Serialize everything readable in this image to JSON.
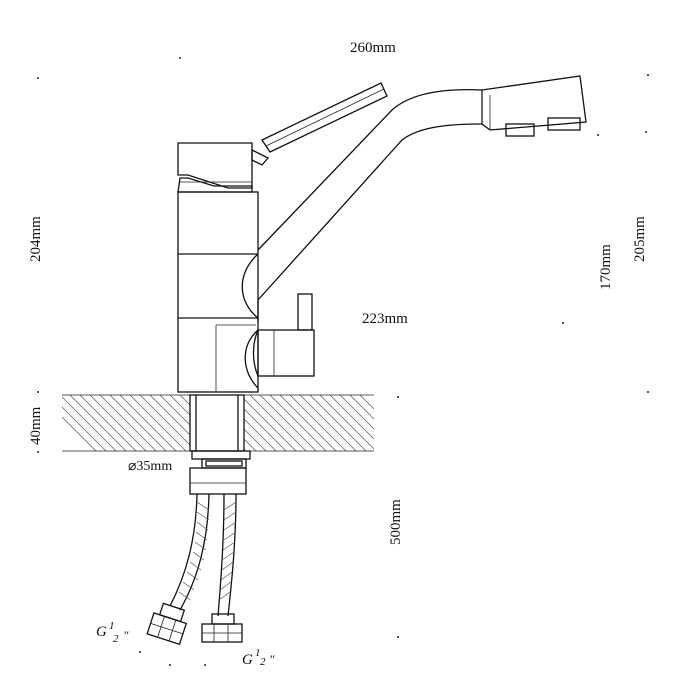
{
  "dimensions": {
    "spout_reach": "260mm",
    "body_height": "204mm",
    "total_height": "205mm",
    "spout_height": "170mm",
    "base_reach": "223mm",
    "counter_thickness": "40mm",
    "mount_diameter": "⌀35mm",
    "hose_length": "500mm",
    "thread_left": "G",
    "thread_left_sup": "1",
    "thread_left_sub": "2",
    "thread_left_suffix": "\"",
    "thread_right": "G",
    "thread_right_sup": "1",
    "thread_right_sub": "2",
    "thread_right_suffix": "\""
  },
  "colors": {
    "line": "#111111",
    "hatch": "#555555",
    "background": "#ffffff"
  }
}
